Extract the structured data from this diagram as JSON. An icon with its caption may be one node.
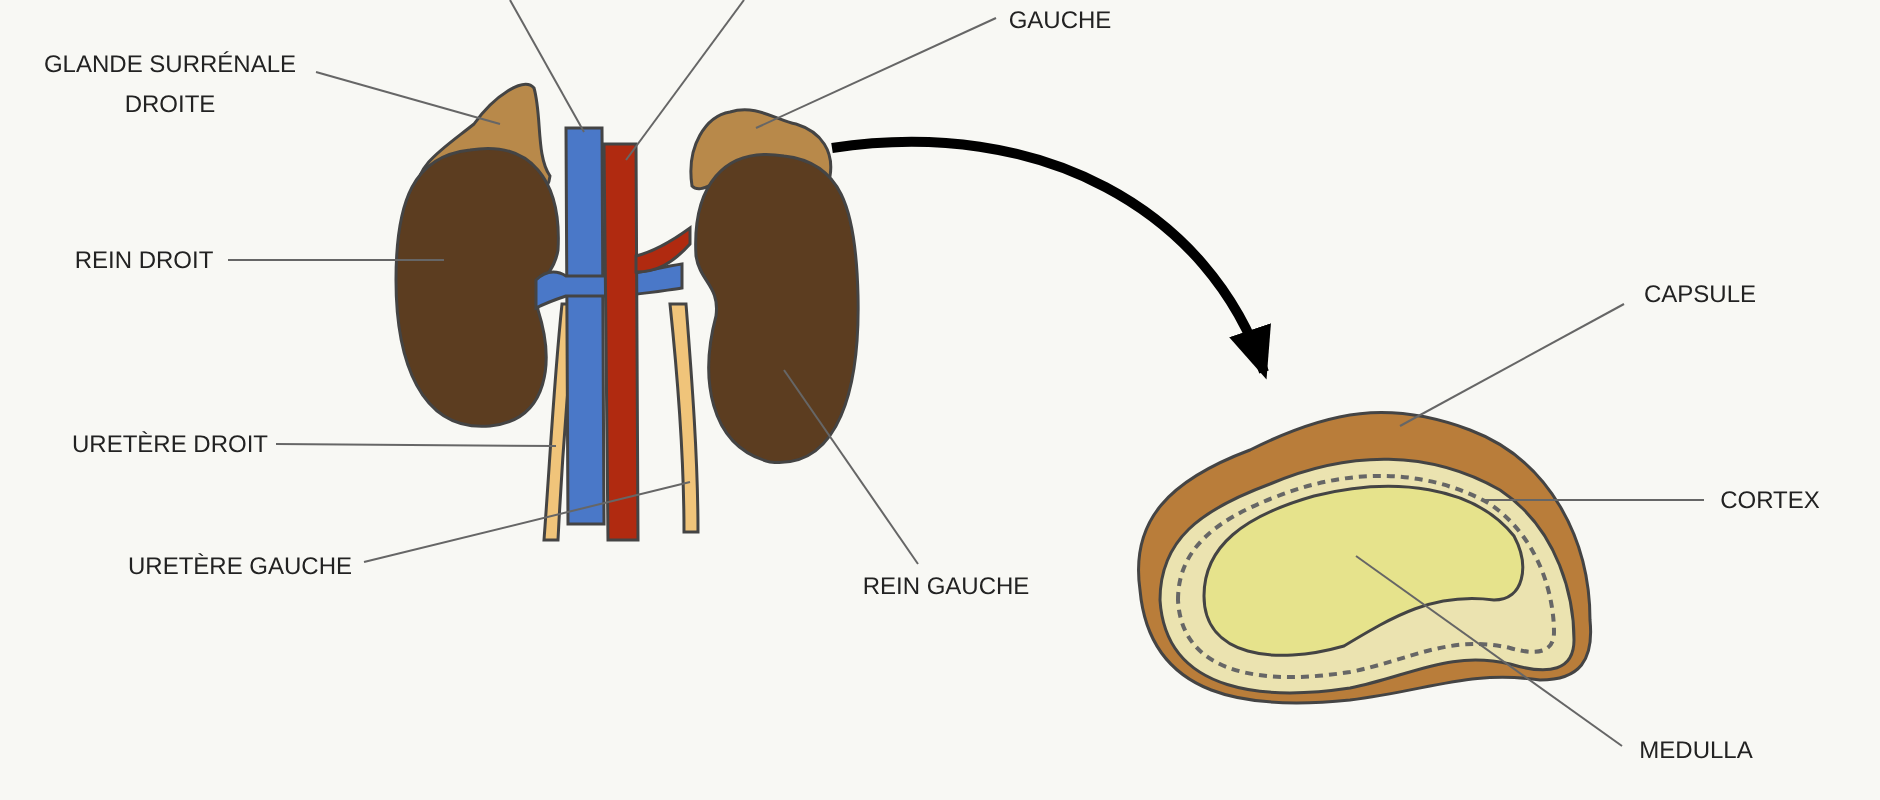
{
  "diagram": {
    "nodes": [
      {
        "text": [
          "GLANDE SURRÉNALE DROITE"
        ]
      },
      {
        "text": [],
        "shape": "picture"
      },
      {
        "text": [
          "REIN DROIT"
        ]
      },
      {
        "text": [],
        "shape": "picture"
      },
      {
        "text": [
          "URETÈRE DROIT"
        ]
      },
      {
        "text": [],
        "shape": "picture"
      },
      {
        "text": [
          "URETÈRE GAUCHE"
        ]
      },
      {
        "text": [],
        "shape": "picture"
      },
      {
        "text": [
          "REIN GAUCHE"
        ]
      },
      {
        "text": [],
        "shape": "picture"
      },
      {
        "text": [
          "GAUCHE"
        ]
      },
      {
        "text": [],
        "shape": "picture"
      },
      {
        "text": [],
        "shape": "picture"
      },
      {
        "text": [],
        "shape": "picture"
      },
      {
        "text": [
          "CAPSULE"
        ]
      },
      {
        "text": [],
        "shape": "picture"
      },
      {
        "text": [
          "CORTEX"
        ]
      },
      {
        "text": [],
        "shape": "picture",
        "in": 15
      },
      {
        "text": [
          "MEDULLA"
        ]
      },
      {
        "text": [],
        "shape": "picture",
        "in": 17
      }
    ],
    "edges": [
      {
        "from": 0,
        "to": 1,
        "arrow": "none"
      },
      {
        "from": 2,
        "to": 3,
        "arrow": "none"
      },
      {
        "from": 4,
        "to": 5,
        "arrow": "none"
      },
      {
        "from": 6,
        "to": 7,
        "arrow": "none"
      },
      {
        "from": 8,
        "to": 9,
        "arrow": "none"
      },
      {
        "from": 10,
        "to": 11,
        "arrow": "none"
      },
      {
        "from": null,
        "to": 12,
        "arrow": "none"
      },
      {
        "from": null,
        "to": 13,
        "arrow": "none"
      },
      {
        "from": 11,
        "to": 15,
        "arrow": "to",
        "style": "thick",
        "color": "#000000"
      },
      {
        "from": 14,
        "to": 15,
        "arrow": "none"
      },
      {
        "from": 16,
        "to": 17,
        "arrow": "none"
      },
      {
        "from": 18,
        "to": 19,
        "arrow": "none"
      }
    ]
  }
}
